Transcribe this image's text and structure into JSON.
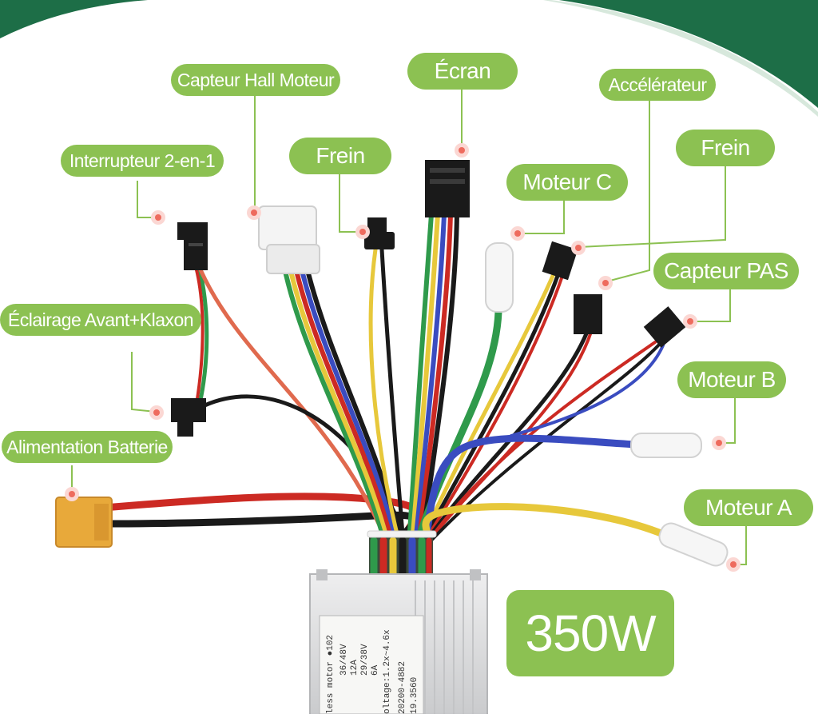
{
  "colors": {
    "label_bg": "#8cc152",
    "label_text": "#ffffff",
    "corner_band": "#1d6e47",
    "leader_line": "#8cc152",
    "marker_dot": "#ee6b5e",
    "wire_red": "#cc2a23",
    "wire_black": "#1a1a1a",
    "wire_yellow": "#e7c83b",
    "wire_green": "#2f9a4b",
    "wire_blue": "#3a4cc0",
    "connector_xt60": "#e8a93a",
    "controller_body": "#d9dadb"
  },
  "labels": {
    "hall_sensor": "Capteur Hall Moteur",
    "display": "Écran",
    "throttle": "Accélérateur",
    "switch_2in1": "Interrupteur 2-en-1",
    "brake_left": "Frein",
    "brake_right": "Frein",
    "motor_c": "Moteur C",
    "pas_sensor": "Capteur PAS",
    "light_horn": "Éclairage Avant+Klaxon",
    "motor_b": "Moteur B",
    "battery": "Alimentation Batterie",
    "motor_a": "Moteur A"
  },
  "power_badge": "350W",
  "controller_label": {
    "line1": "less motor ●102",
    "line2": "36/48V",
    "line3": "12A",
    "line4": "29/38V",
    "line5": "6A",
    "line6": "oltage:1.2x~4.6x",
    "line7": "20200-4882",
    "line8": "19.3560"
  },
  "connector_icons": [
    "julet-3pin-icon",
    "hall-plug-icon",
    "display-5pin-icon",
    "bullet-connector-icon",
    "xt60-connector-icon"
  ]
}
